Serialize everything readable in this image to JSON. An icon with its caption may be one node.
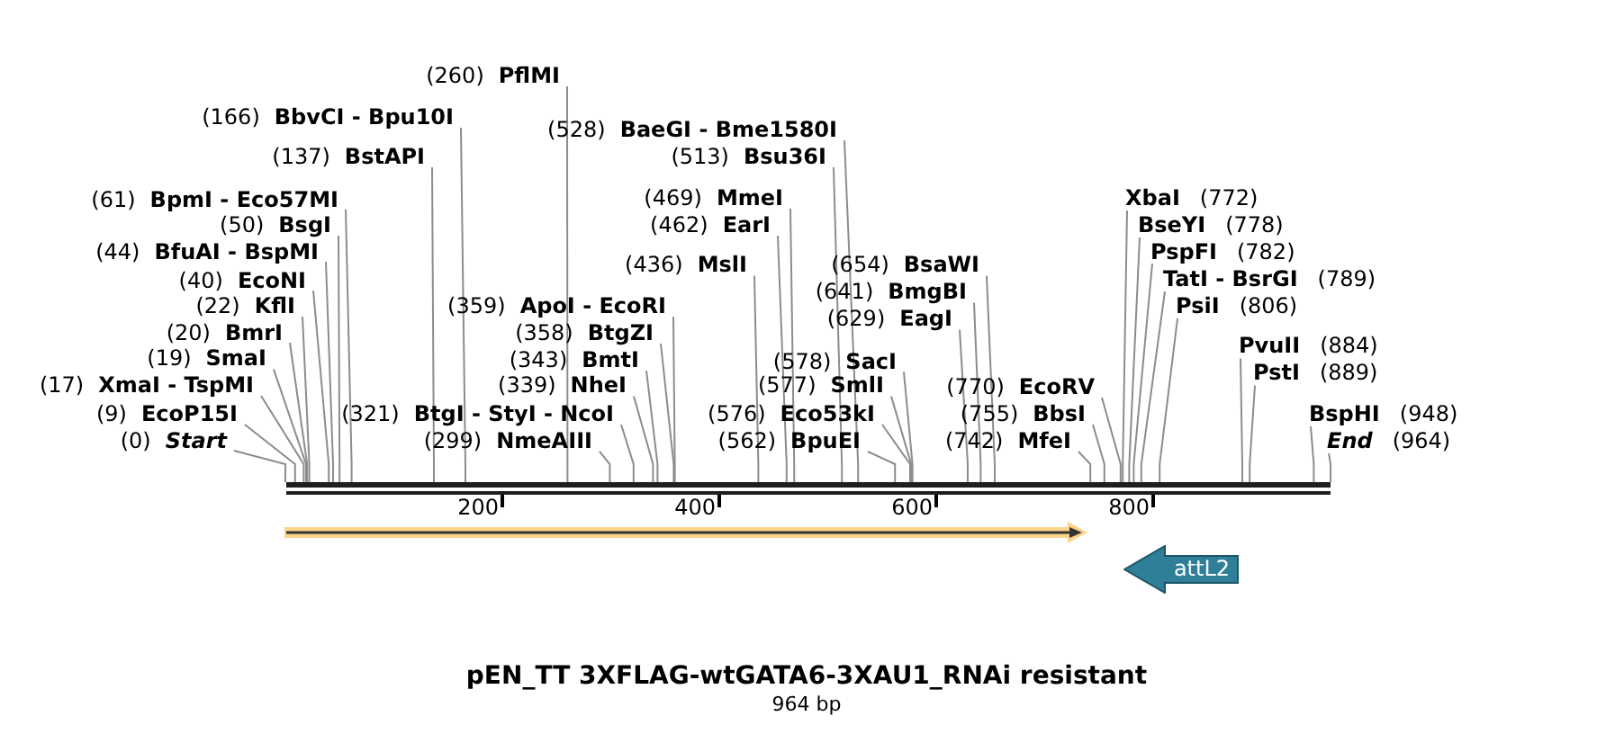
{
  "diagram": {
    "title": "pEN_TT 3XFLAG-wtGATA6-3XAU1_RNAi resistant",
    "caption": "964 bp",
    "nodes": [
      {
        "text": [
          "(260)",
          "PflMI"
        ]
      },
      {
        "text": [
          "(166)",
          "BbvCI - Bpu10I"
        ]
      },
      {
        "text": [
          "(528)",
          "BaeGI - Bme1580I"
        ]
      },
      {
        "text": [
          "(137)",
          "BstAPI"
        ]
      },
      {
        "text": [
          "(513)",
          "Bsu36I"
        ]
      },
      {
        "text": [
          "(61)",
          "BpmI - Eco57MI"
        ]
      },
      {
        "text": [
          "(469)",
          "MmeI"
        ]
      },
      {
        "text": [
          "XbaI",
          "(772)"
        ]
      },
      {
        "text": [
          "(50)",
          "BsgI"
        ]
      },
      {
        "text": [
          "(462)",
          "EarI"
        ]
      },
      {
        "text": [
          "BseYI",
          "(778)"
        ]
      },
      {
        "text": [
          "(44)",
          "BfuAI - BspMI"
        ]
      },
      {
        "text": [
          "PspFI",
          "(782)"
        ]
      },
      {
        "text": [
          "(436)",
          "MslI"
        ]
      },
      {
        "text": [
          "(654)",
          "BsaWI"
        ]
      },
      {
        "text": [
          "(40)",
          "EcoNI"
        ]
      },
      {
        "text": [
          "TatI - BsrGI",
          "(789)"
        ]
      },
      {
        "text": [
          "(641)",
          "BmgBI"
        ]
      },
      {
        "text": [
          "(22)",
          "KflI"
        ]
      },
      {
        "text": [
          "(359)",
          "ApoI - EcoRI"
        ]
      },
      {
        "text": [
          "PsiI",
          "(806)"
        ]
      },
      {
        "text": [
          "(629)",
          "EagI"
        ]
      },
      {
        "text": [
          "(20)",
          "BmrI"
        ]
      },
      {
        "text": [
          "(358)",
          "BtgZI"
        ]
      },
      {
        "text": [
          "PvuII",
          "(884)"
        ]
      },
      {
        "text": [
          "(19)",
          "SmaI"
        ]
      },
      {
        "text": [
          "(343)",
          "BmtI"
        ]
      },
      {
        "text": [
          "(578)",
          "SacI"
        ]
      },
      {
        "text": [
          "PstI",
          "(889)"
        ]
      },
      {
        "text": [
          "(17)",
          "XmaI - TspMI"
        ]
      },
      {
        "text": [
          "(339)",
          "NheI"
        ]
      },
      {
        "text": [
          "(577)",
          "SmlI"
        ]
      },
      {
        "text": [
          "(770)",
          "EcoRV"
        ]
      },
      {
        "text": [
          "(9)",
          "EcoP15I"
        ]
      },
      {
        "text": [
          "(321)",
          "BtgI - StyI - NcoI"
        ]
      },
      {
        "text": [
          "(576)",
          "Eco53kI"
        ]
      },
      {
        "text": [
          "(755)",
          "BbsI"
        ]
      },
      {
        "text": [
          "BspHI",
          "(948)"
        ]
      },
      {
        "text": [
          "(0)",
          "Start"
        ]
      },
      {
        "text": [
          "(299)",
          "NmeAIII"
        ]
      },
      {
        "text": [
          "(562)",
          "BpuEI"
        ]
      },
      {
        "text": [
          "(742)",
          "MfeI"
        ]
      },
      {
        "text": [
          "End",
          "(964)"
        ]
      },
      {
        "text": [],
        "shape": "bar"
      },
      {
        "text": [],
        "shape": "arrow"
      },
      {
        "text": [
          "attL2"
        ]
      }
    ],
    "edges": [
      {
        "from": 0,
        "to": 43,
        "arrow": "none"
      },
      {
        "from": 1,
        "to": 43,
        "arrow": "none"
      },
      {
        "from": 2,
        "to": 43,
        "arrow": "none"
      },
      {
        "from": 3,
        "to": 43,
        "arrow": "none"
      },
      {
        "from": 4,
        "to": 43,
        "arrow": "none"
      },
      {
        "from": 5,
        "to": 43,
        "arrow": "none"
      },
      {
        "from": 6,
        "to": 43,
        "arrow": "none"
      },
      {
        "from": 7,
        "to": 43,
        "arrow": "none"
      },
      {
        "from": 8,
        "to": 43,
        "arrow": "none"
      },
      {
        "from": 9,
        "to": 43,
        "arrow": "none"
      },
      {
        "from": 10,
        "to": 43,
        "arrow": "none"
      },
      {
        "from": 11,
        "to": 43,
        "arrow": "none"
      },
      {
        "from": 12,
        "to": 43,
        "arrow": "none"
      },
      {
        "from": 13,
        "to": 43,
        "arrow": "none"
      },
      {
        "from": 14,
        "to": 43,
        "arrow": "none"
      },
      {
        "from": 15,
        "to": 43,
        "arrow": "none"
      },
      {
        "from": 16,
        "to": 43,
        "arrow": "none"
      },
      {
        "from": 17,
        "to": 43,
        "arrow": "none"
      },
      {
        "from": 18,
        "to": 43,
        "arrow": "none"
      },
      {
        "from": 19,
        "to": 43,
        "arrow": "none"
      },
      {
        "from": 20,
        "to": 43,
        "arrow": "none"
      },
      {
        "from": 21,
        "to": 43,
        "arrow": "none"
      },
      {
        "from": 22,
        "to": 43,
        "arrow": "none"
      },
      {
        "from": 23,
        "to": 43,
        "arrow": "none"
      },
      {
        "from": 24,
        "to": 43,
        "arrow": "none"
      },
      {
        "from": 25,
        "to": 43,
        "arrow": "none"
      },
      {
        "from": 26,
        "to": 43,
        "arrow": "none"
      },
      {
        "from": 27,
        "to": 43,
        "arrow": "none"
      },
      {
        "from": 28,
        "to": 43,
        "arrow": "none"
      },
      {
        "from": 29,
        "to": 43,
        "arrow": "none"
      },
      {
        "from": 30,
        "to": 43,
        "arrow": "none"
      },
      {
        "from": 31,
        "to": 43,
        "arrow": "none"
      },
      {
        "from": 32,
        "to": 43,
        "arrow": "none"
      },
      {
        "from": 33,
        "to": 43,
        "arrow": "none"
      },
      {
        "from": 34,
        "to": 43,
        "arrow": "none"
      },
      {
        "from": 35,
        "to": 43,
        "arrow": "none"
      },
      {
        "from": 36,
        "to": 43,
        "arrow": "none"
      },
      {
        "from": 37,
        "to": 43,
        "arrow": "none"
      },
      {
        "from": 38,
        "to": 43,
        "arrow": "none"
      },
      {
        "from": 39,
        "to": 43,
        "arrow": "none"
      },
      {
        "from": 40,
        "to": 43,
        "arrow": "none"
      },
      {
        "from": 41,
        "to": 43,
        "arrow": "none"
      },
      {
        "from": 42,
        "to": 43,
        "arrow": "none"
      }
    ],
    "labels": [
      "200",
      "400",
      "600",
      "800"
    ]
  }
}
